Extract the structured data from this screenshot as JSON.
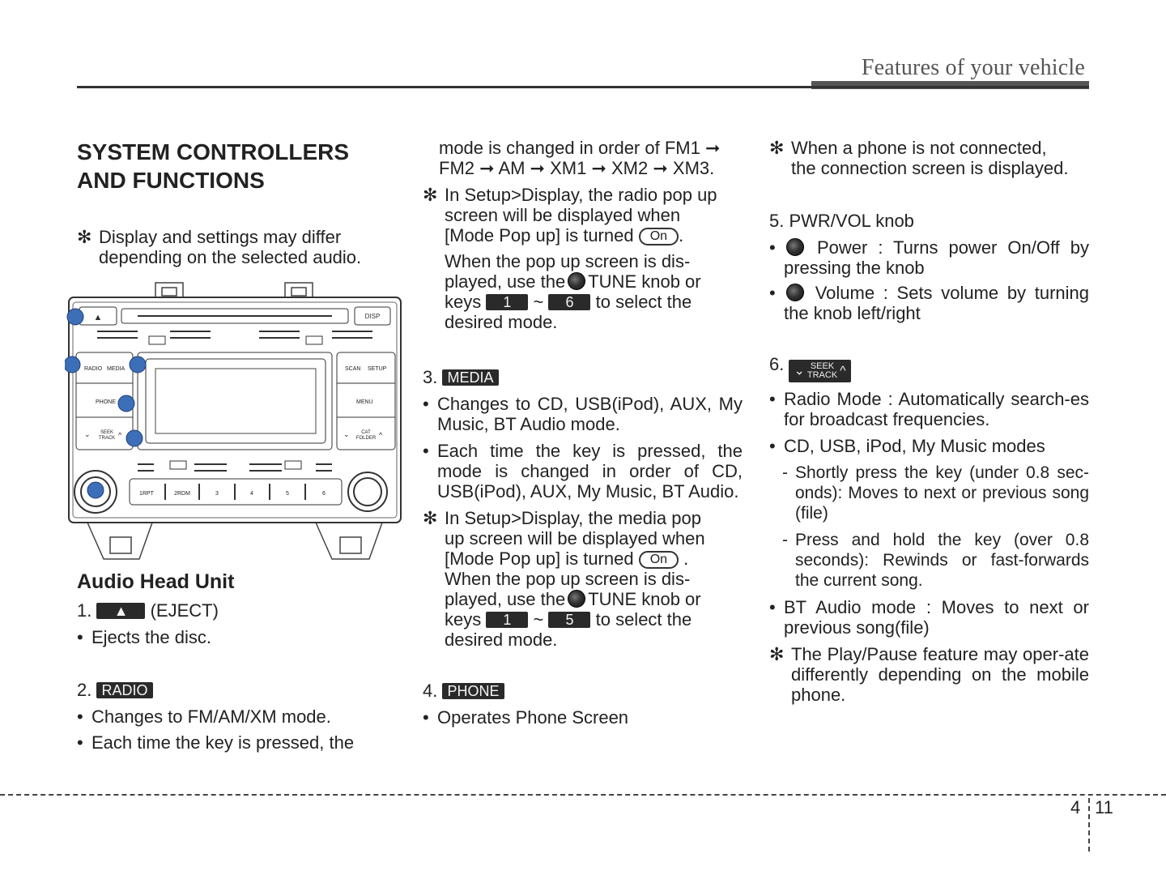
{
  "header": {
    "title": "Features of your vehicle"
  },
  "col1": {
    "title_line1": "SYSTEM CONTROLLERS",
    "title_line2": "AND FUNCTIONS",
    "note_mark": "✻",
    "note_line1": "Display and settings may differ",
    "note_line2": "depending on the selected audio.",
    "figure": {
      "eject": "▲",
      "disp": "DISP",
      "radio": "RADIO",
      "media": "MEDIA",
      "phone": "PHONE",
      "seek": "SEEK",
      "track": "TRACK",
      "scan": "SCAN",
      "setup": "SETUP",
      "menu": "MENU",
      "cat": "CAT",
      "folder": "FOLDER",
      "presets": [
        "1RPT",
        "2RDM",
        "3",
        "4",
        "5",
        "6"
      ]
    },
    "audio_head": "Audio Head Unit",
    "item1_num": "1.",
    "item1_key": "▲",
    "item1_text": "(EJECT)",
    "item1_bullet": "Ejects the disc.",
    "item2_num": "2.",
    "item2_key": "RADIO",
    "item2_b1": "Changes to FM/AM/XM mode.",
    "item2_b2": "Each time the key is pressed, the"
  },
  "col2": {
    "cont_line1": "mode is changed in order of FM1 ➞",
    "cont_line2": "FM2 ➞ AM ➞ XM1 ➞ XM2 ➞ XM3.",
    "note1_l1": "In Setup>Display, the radio pop up",
    "note1_l2": "screen will be displayed when",
    "note1_l3a": "[Mode Pop up] is turned",
    "on_label": "On",
    "note1_l4": "When the pop up screen is dis-",
    "note1_l5a": "played, use the",
    "note1_l5b": "TUNE knob or",
    "note1_l6a": "keys",
    "key1": "1",
    "tilde": "~",
    "key6": "6",
    "note1_l6b": "to select the",
    "note1_l7": "desired mode.",
    "item3_num": "3.",
    "item3_key": "MEDIA",
    "item3_b1": "Changes to CD, USB(iPod), AUX, My Music, BT Audio mode.",
    "item3_b2": "Each time the key is pressed, the mode is changed in order of CD, USB(iPod), AUX, My Music, BT Audio.",
    "note2_l1": "In Setup>Display, the media pop",
    "note2_l2": "up screen will be displayed when",
    "note2_l3a": "[Mode Pop up] is turned",
    "note2_l4": "When the pop up screen is dis-",
    "note2_l5a": "played, use the",
    "note2_l5b": "TUNE knob or",
    "note2_l6a": "keys",
    "key5": "5",
    "note2_l6b": "to select the",
    "note2_l7": "desired mode.",
    "item4_num": "4.",
    "item4_key": "PHONE",
    "item4_b1": "Operates Phone Screen"
  },
  "col3": {
    "note1_l1": "When a phone is not connected,",
    "note1_l2": "the connection screen is displayed.",
    "item5": "5. PWR/VOL knob",
    "item5_b1": "Power : Turns power On/Off by pressing the knob",
    "item5_b2": "Volume : Sets volume by turning the knob left/right",
    "item6_num": "6.",
    "seek": "SEEK",
    "track": "TRACK",
    "item6_b1": "Radio Mode : Automatically search-es for broadcast frequencies.",
    "item6_b2": "CD, USB, iPod, My Music modes",
    "item6_d1": "Shortly press the key (under 0.8 sec-onds): Moves to next or previous song (file)",
    "item6_d2": "Press and hold the key (over 0.8 seconds): Rewinds or fast-forwards the current song.",
    "item6_b3": "BT Audio mode : Moves to next or previous song(file)",
    "note2": "The Play/Pause feature may oper-ate differently depending on the mobile phone."
  },
  "footer": {
    "chapter": "4",
    "page": "11"
  },
  "colors": {
    "marker_blue": "#3d6fb8",
    "key_bg": "#2a2a2a"
  }
}
